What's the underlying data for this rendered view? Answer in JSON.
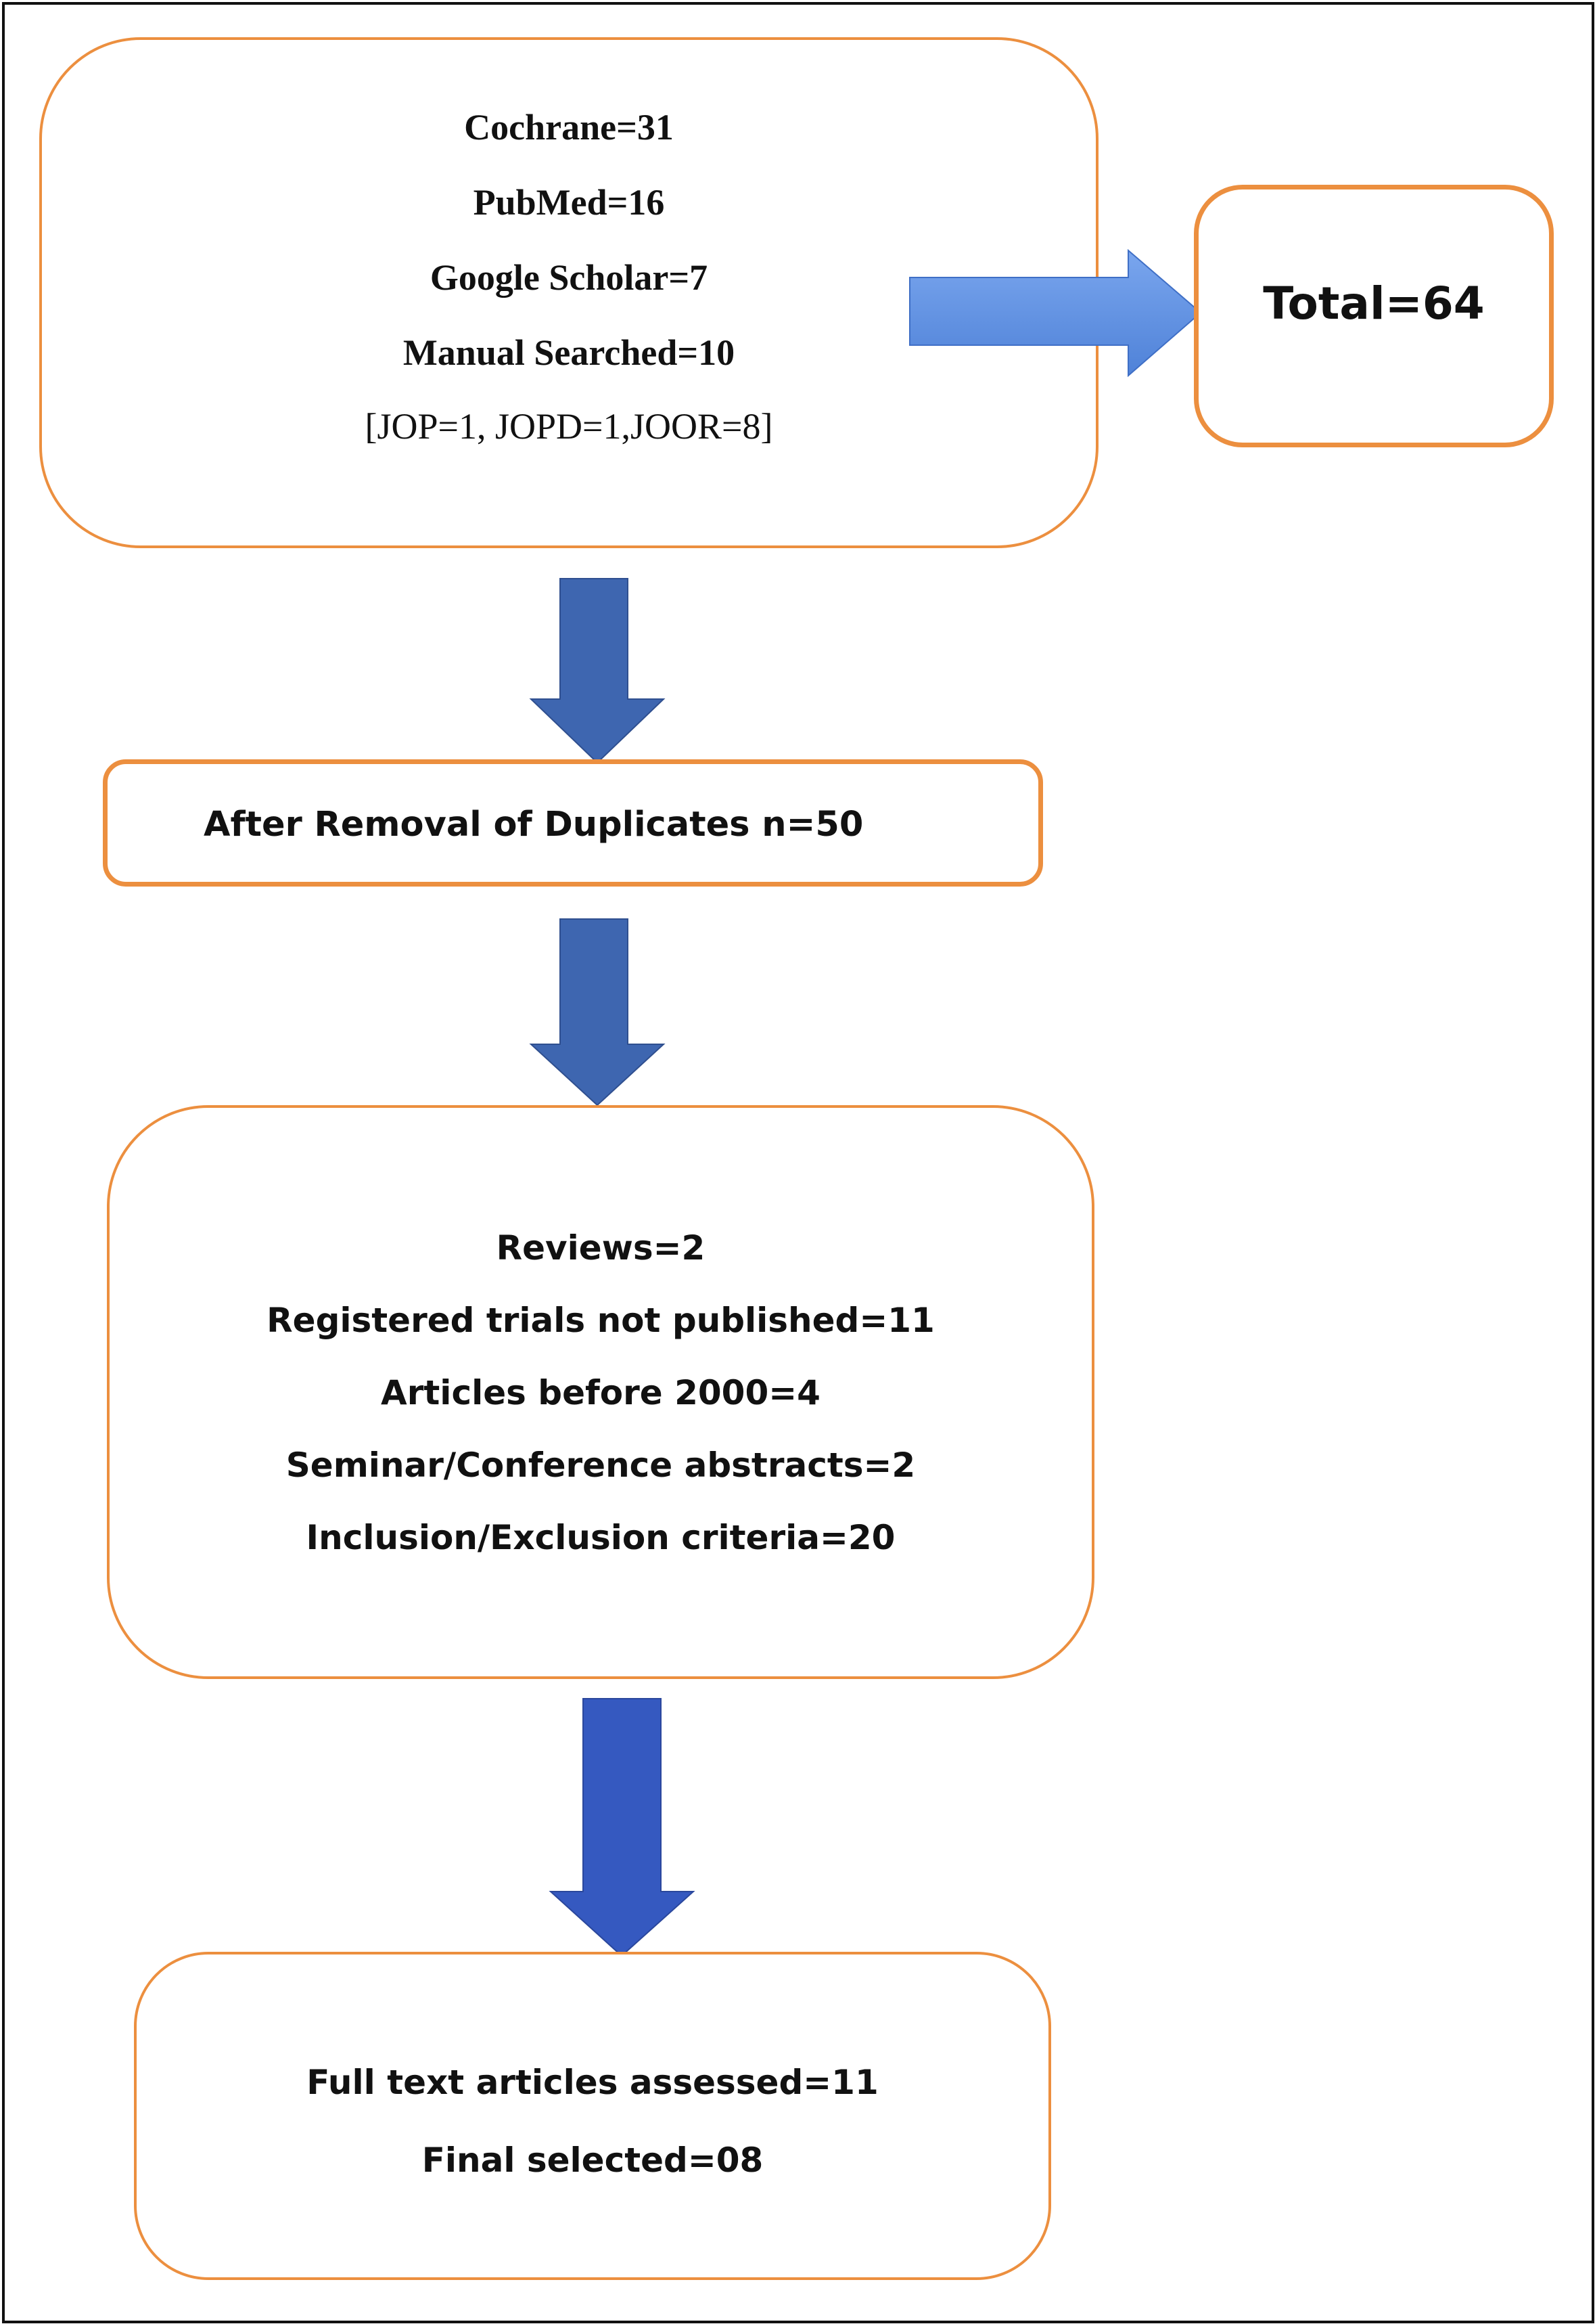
{
  "sources": {
    "lines": [
      "Cochrane=31",
      "PubMed=16",
      "Google Scholar=7",
      "Manual Searched=10",
      "[JOP=1, JOPD=1,JOOR=8]"
    ]
  },
  "total": {
    "label": "Total=64"
  },
  "dedup": {
    "label": "After Removal of Duplicates n=50"
  },
  "excluded": {
    "lines": [
      "Reviews=2",
      "Registered  trials not published=11",
      "Articles before 2000=4",
      "Seminar/Conference abstracts=2",
      "Inclusion/Exclusion  criteria=20"
    ]
  },
  "final": {
    "lines": [
      "Full text articles assessed=11",
      "Final selected=08"
    ]
  },
  "colors": {
    "box_border": "#ec8f3f",
    "arrow_dark_blue": "#3e66b0",
    "arrow_light_blue": "#5b8ee0"
  }
}
